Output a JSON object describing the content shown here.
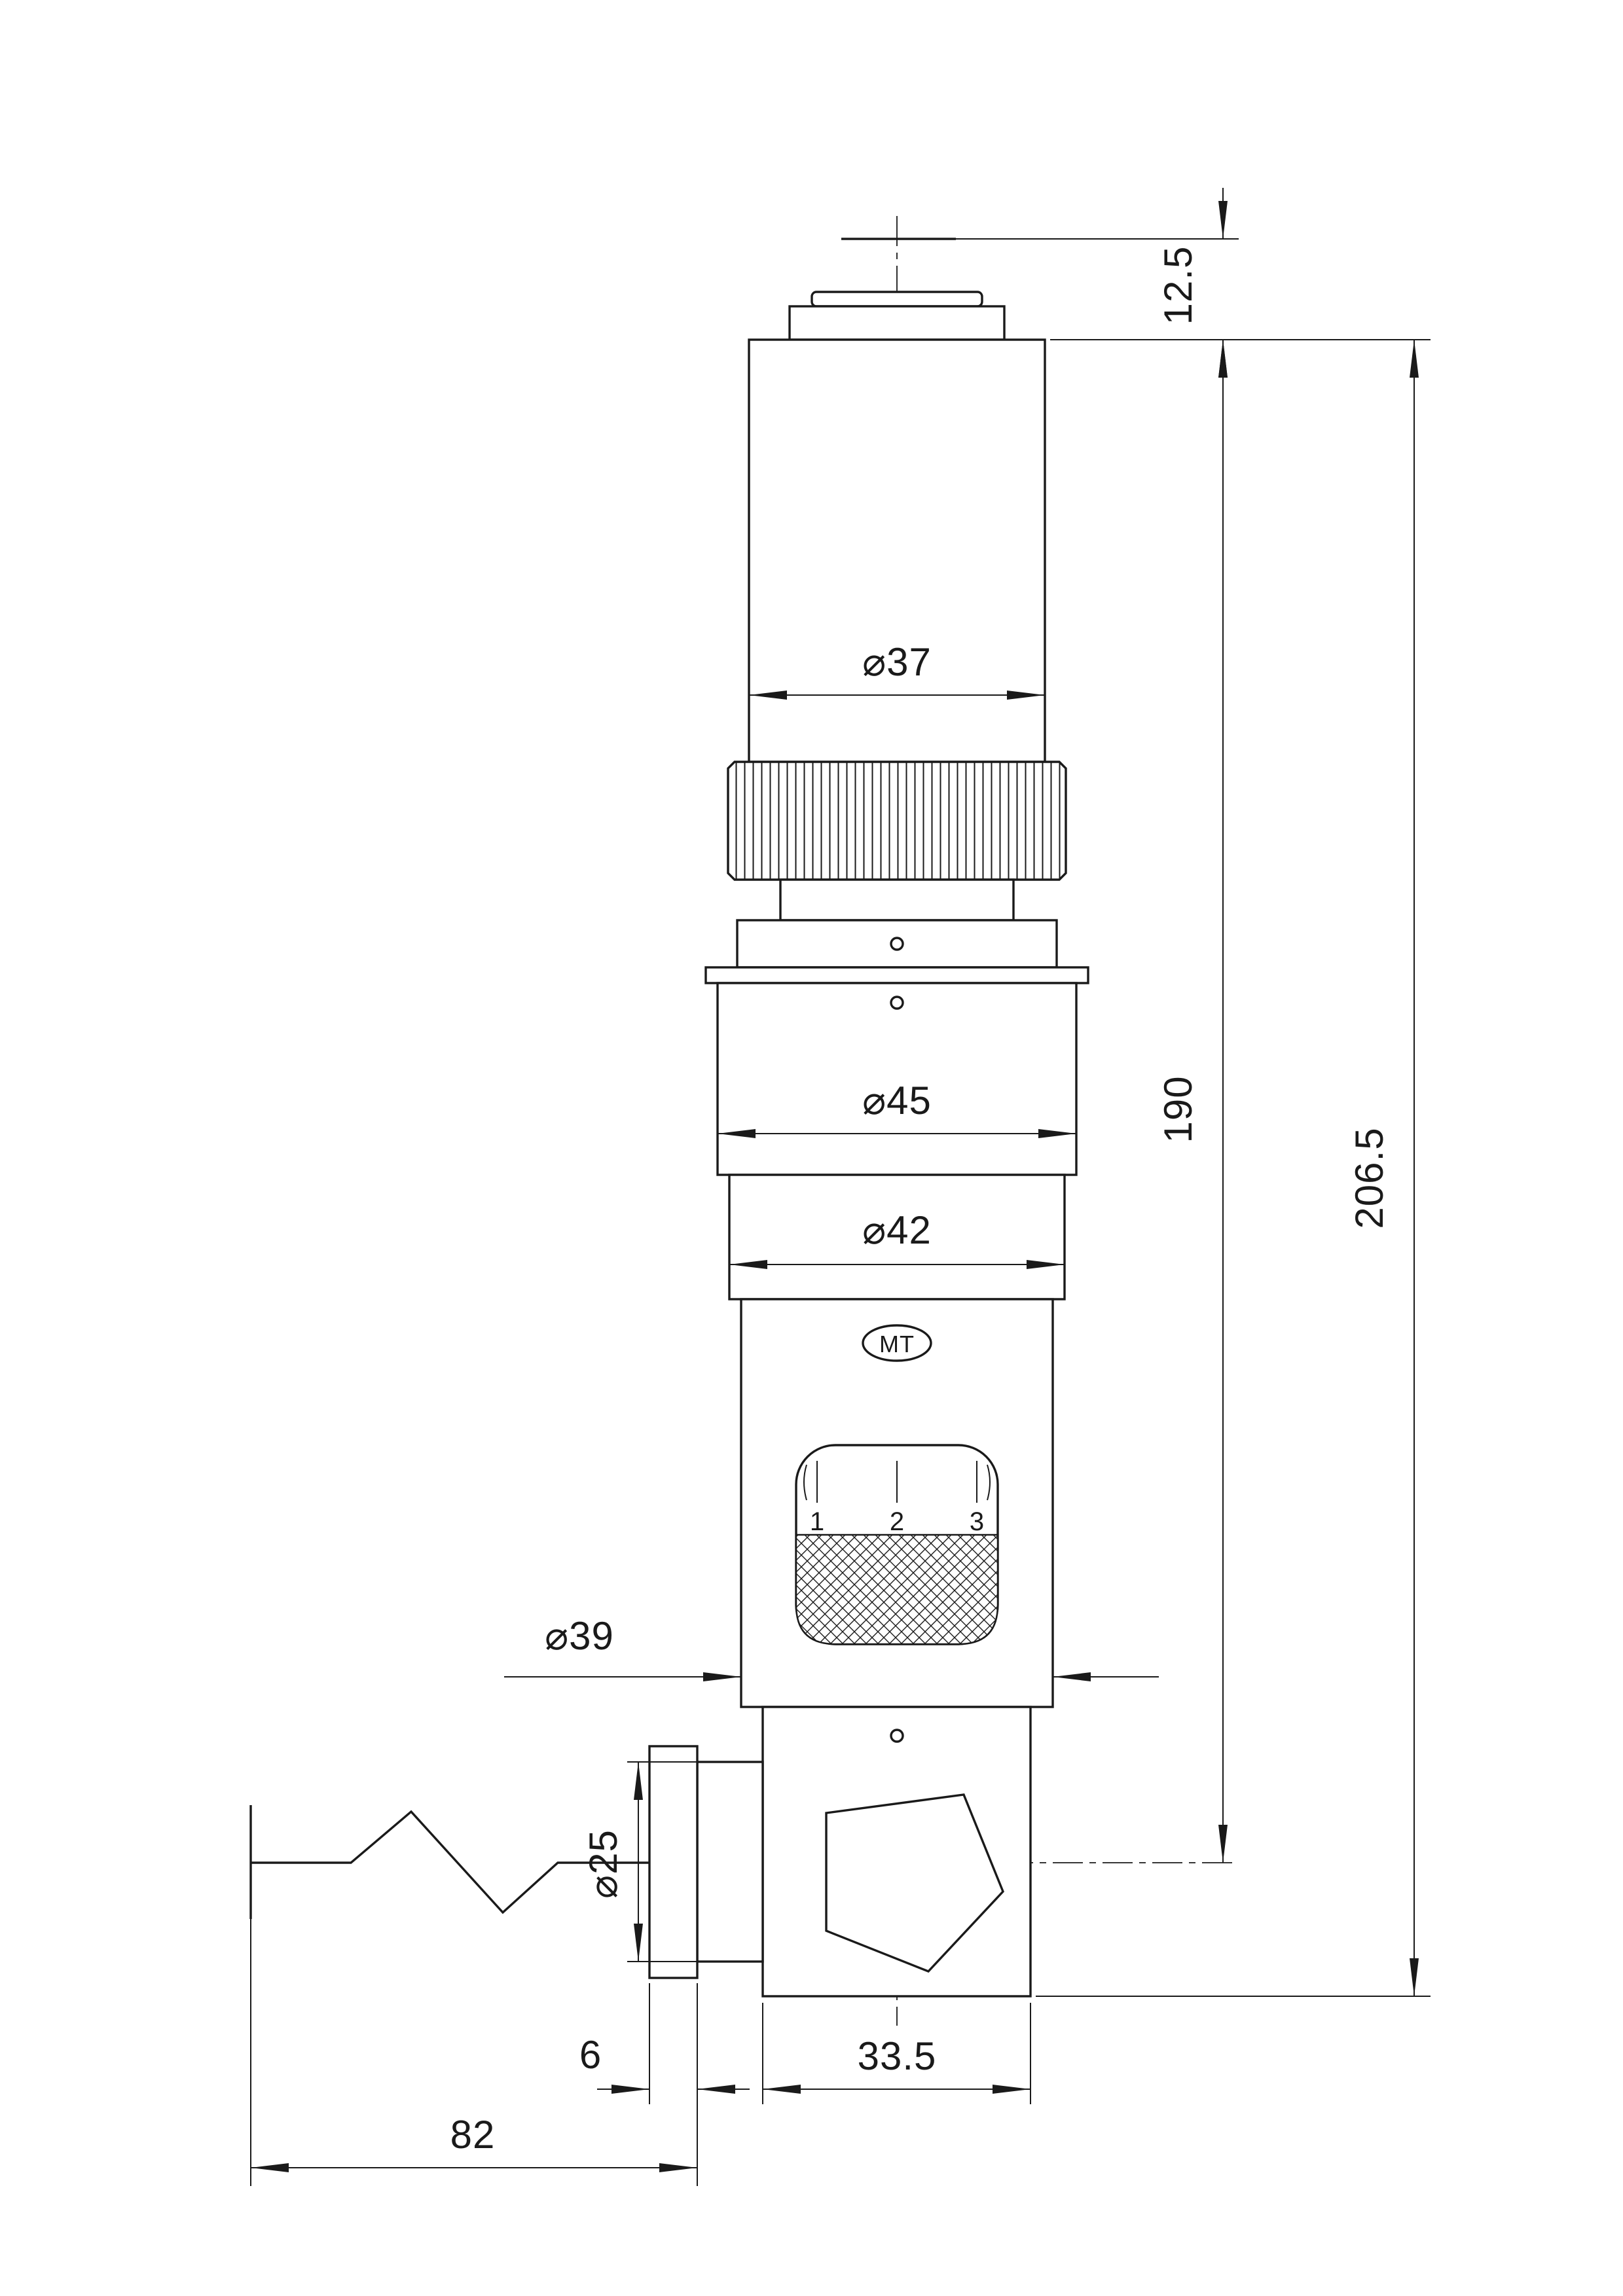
{
  "drawing": {
    "kind": "technical-dimension-drawing",
    "subject": "microscope eyepiece tube assembly, front view",
    "line_color": "#1a1a1a",
    "background": "#ffffff",
    "logo_text": "MT",
    "dial_numbers": [
      "1",
      "2",
      "3"
    ],
    "dims": {
      "eye_offset": "12.5",
      "total_height": "206.5",
      "body_height": "190",
      "dia_tube": "⌀37",
      "dia_upper": "⌀45",
      "dia_mid": "⌀42",
      "dia_body": "⌀39",
      "dia_port": "⌀25",
      "flange_width": "6",
      "block_width": "33.5",
      "arm_length": "82"
    }
  }
}
